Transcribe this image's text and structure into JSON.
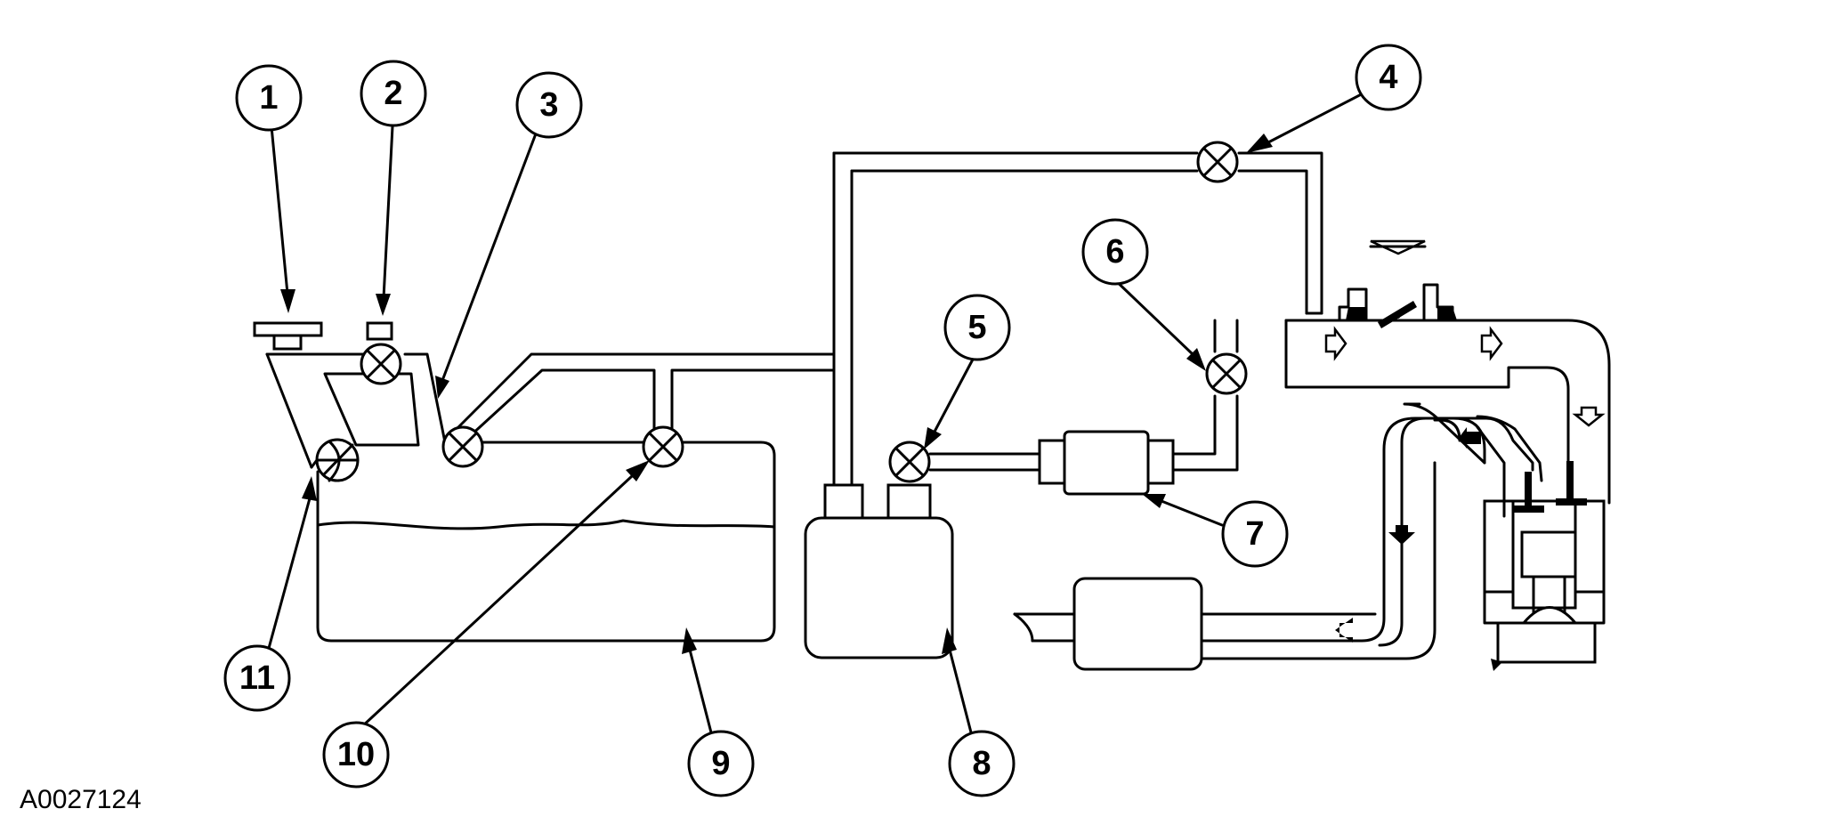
{
  "figure_code": "A0027124",
  "callouts": [
    "1",
    "2",
    "3",
    "4",
    "5",
    "6",
    "7",
    "8",
    "9",
    "10",
    "11"
  ]
}
